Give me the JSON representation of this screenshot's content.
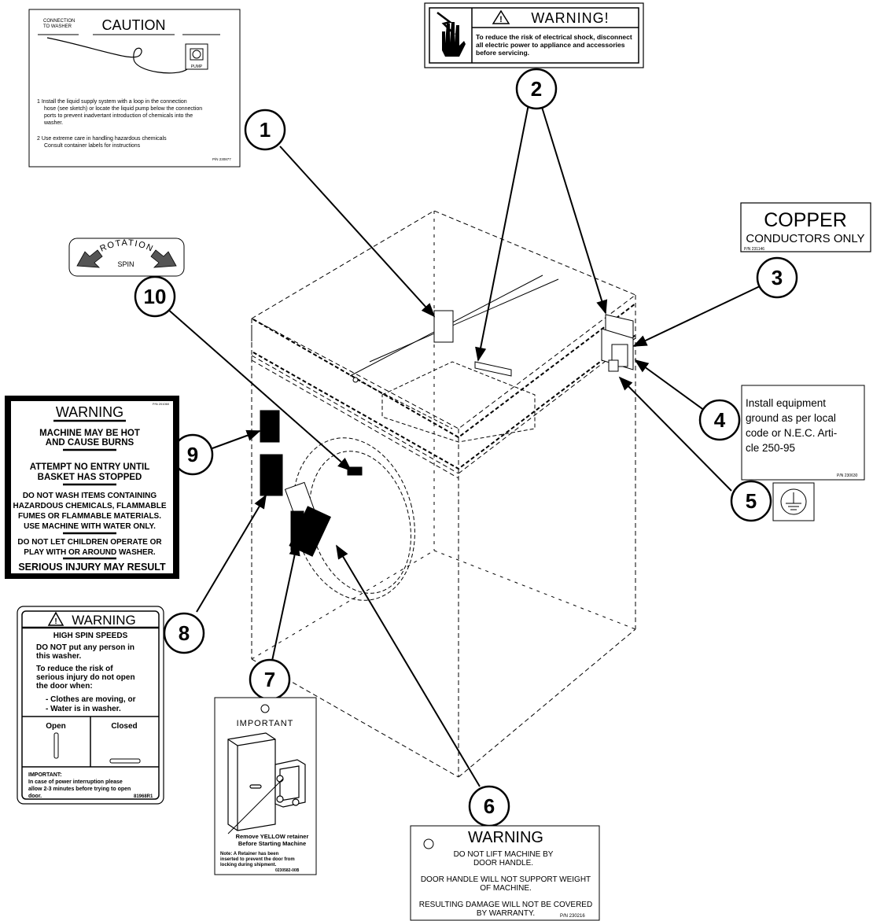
{
  "callouts": [
    "1",
    "2",
    "3",
    "4",
    "5",
    "6",
    "7",
    "8",
    "9",
    "10"
  ],
  "caution": {
    "conn_line1": "CONNECTION",
    "conn_line2": "TO WASHER",
    "title": "CAUTION",
    "pump": "PUMP",
    "item1_line1": "1  Install the liquid supply system with a loop in the connection",
    "item1_line2": "hose (see sketch) or locate the liquid pump below the connection",
    "item1_line3": "ports to prevent inadvertant introduction of chemicals into the",
    "item1_line4": "washer.",
    "item2_line1": "2  Use extreme care in handling hazardous chemicals",
    "item2_line2": "Consult container labels for instructions",
    "pn": "P/N 230877"
  },
  "warning_shock": {
    "title": "WARNING!",
    "line1": "To reduce the risk of electrical shock, disconnect",
    "line2": "all electric power to appliance and accessories",
    "line3": "before servicing."
  },
  "copper": {
    "line1": "COPPER",
    "line2": "CONDUCTORS ONLY",
    "pn": "P/N 231146"
  },
  "ground": {
    "line1": "Install equipment",
    "line2": "ground as per local",
    "line3": "code or N.E.C. Arti-",
    "line4": "cle 250-95",
    "pn": "P/N 230630"
  },
  "rotation": {
    "word": "ROTATION",
    "spin": "SPIN"
  },
  "warning_hot": {
    "pn": "P/N 201060",
    "title": "WARNING",
    "line1": "MACHINE MAY BE HOT",
    "line2": "AND CAUSE BURNS",
    "line3": "ATTEMPT NO ENTRY UNTIL",
    "line4": "BASKET HAS STOPPED",
    "line5": "DO NOT WASH ITEMS CONTAINING",
    "line6": "HAZARDOUS CHEMICALS, FLAMMABLE",
    "line7": "FUMES OR FLAMMABLE MATERIALS.",
    "line8": "USE MACHINE WITH WATER ONLY.",
    "line9": "DO NOT LET CHILDREN OPERATE OR",
    "line10": "PLAY WITH OR AROUND WASHER.",
    "line11": "SERIOUS INJURY MAY RESULT"
  },
  "warning_spin": {
    "title": "WARNING",
    "sub": "HIGH SPIN SPEEDS",
    "line1": "DO NOT put any person in",
    "line2": "this washer.",
    "line3": "To reduce the risk of",
    "line4": "serious injury do not open",
    "line5": "the door when:",
    "line6": "- Clothes are moving, or",
    "line7": "- Water is in washer.",
    "open": "Open",
    "closed": "Closed",
    "imp_title": "IMPORTANT:",
    "imp_line1": "In case of power interruption please",
    "imp_line2": "allow 2-3 minutes before trying to open",
    "imp_line3": "door.",
    "pn": "81968R1"
  },
  "important": {
    "title": "IMPORTANT",
    "line1": "Remove YELLOW retainer",
    "line2": "Before Starting Machine",
    "note1": "Note: A Retainer has been",
    "note2": "inserted to prevent the door from",
    "note3": "locking during shipment.",
    "pn": "0230582-00B"
  },
  "warning_lift": {
    "title": "WARNING",
    "line1": "DO NOT LIFT MACHINE BY",
    "line2": "DOOR HANDLE.",
    "line3": "DOOR HANDLE WILL NOT SUPPORT WEIGHT",
    "line4": "OF MACHINE.",
    "line5": "RESULTING DAMAGE WILL NOT BE COVERED",
    "line6": "BY WARRANTY.",
    "pn": "P/N 230216"
  }
}
